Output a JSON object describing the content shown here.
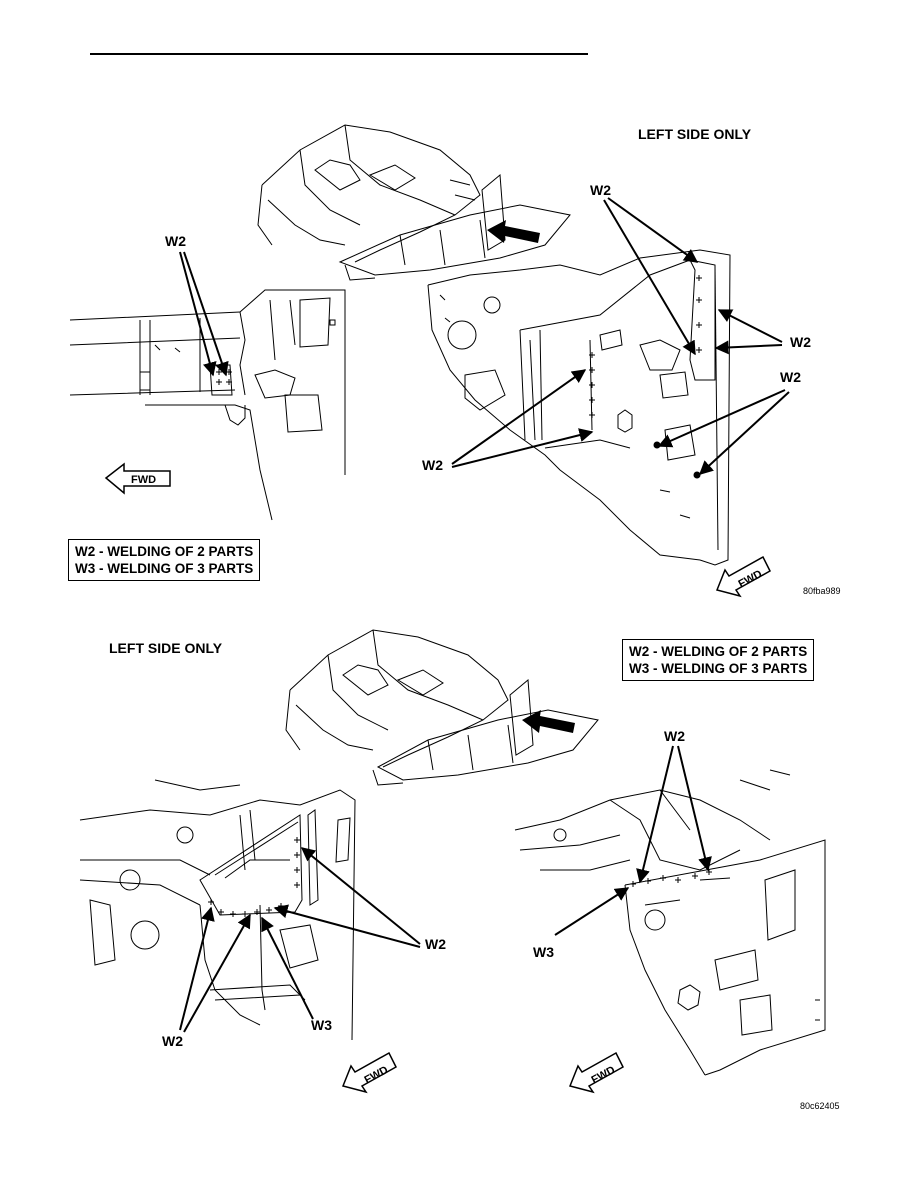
{
  "figure1": {
    "side_label": "LEFT SIDE ONLY",
    "weld_labels": [
      "W2",
      "W2",
      "W2",
      "W2",
      "W2"
    ],
    "fwd_label": "FWD",
    "fwd_label_2": "FWD",
    "legend": [
      "W2 - WELDING OF 2 PARTS",
      "W3 - WELDING OF 3 PARTS"
    ],
    "figure_code": "80fba989"
  },
  "figure2": {
    "side_label": "LEFT SIDE ONLY",
    "legend": [
      "W2 - WELDING OF 2 PARTS",
      "W3 - WELDING OF 3 PARTS"
    ],
    "weld_labels": [
      "W2",
      "W2",
      "W3",
      "W2",
      "W3"
    ],
    "fwd_label": "FWD",
    "fwd_label_2": "FWD",
    "figure_code": "80c62405"
  },
  "colors": {
    "ink": "#000000",
    "paper": "#ffffff"
  }
}
